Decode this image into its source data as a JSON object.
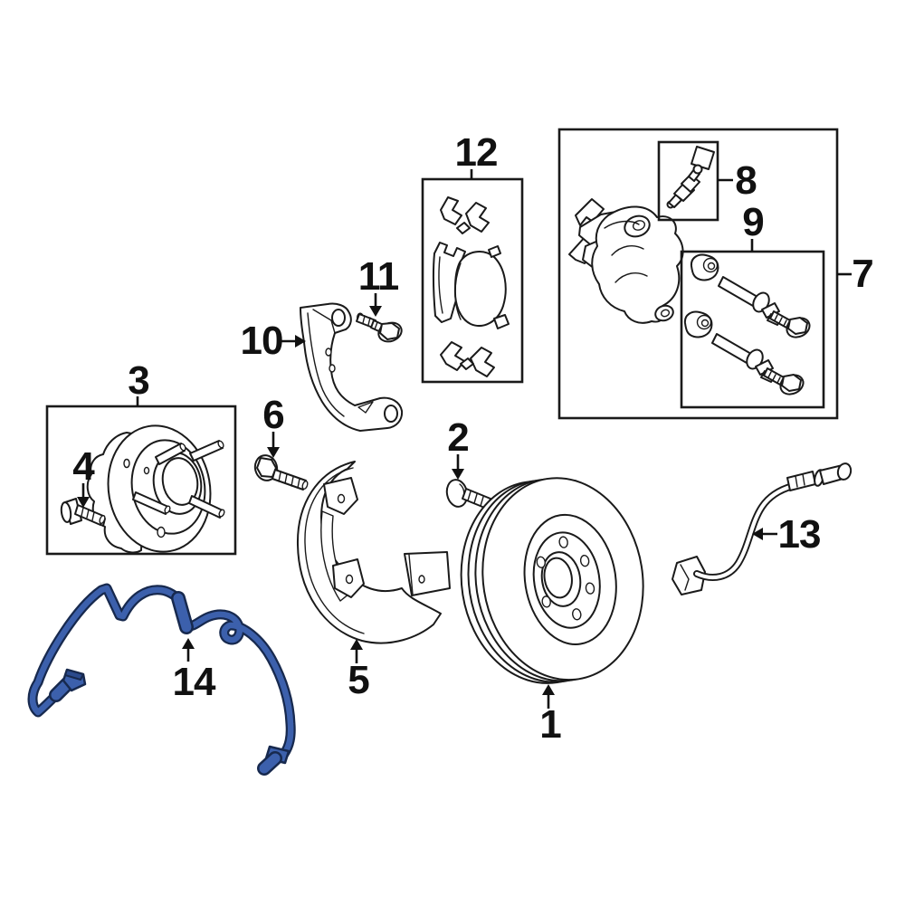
{
  "diagram": {
    "background_color": "#ffffff",
    "line_color": "#1a1a1a",
    "highlight_color": "#3c60ac",
    "highlight_outline_color": "#17294e",
    "callouts": [
      {
        "number": "1"
      },
      {
        "number": "2"
      },
      {
        "number": "3"
      },
      {
        "number": "4"
      },
      {
        "number": "5"
      },
      {
        "number": "6"
      },
      {
        "number": "7"
      },
      {
        "number": "8"
      },
      {
        "number": "9"
      },
      {
        "number": "10"
      },
      {
        "number": "11"
      },
      {
        "number": "12"
      },
      {
        "number": "13"
      },
      {
        "number": "14"
      }
    ]
  }
}
